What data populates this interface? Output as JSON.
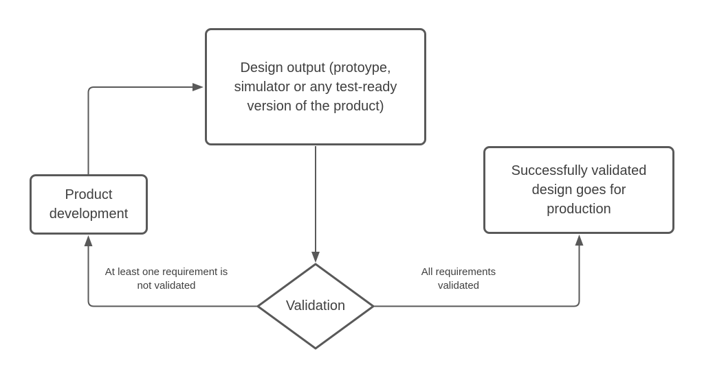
{
  "diagram": {
    "type": "flowchart",
    "nodes": [
      {
        "id": "design_output",
        "shape": "rounded-rect",
        "label": "Design output (protoype, simulator or any test-ready version of the product)"
      },
      {
        "id": "product_development",
        "shape": "rounded-rect",
        "label": "Product development"
      },
      {
        "id": "production",
        "shape": "rounded-rect",
        "label": "Successfully validated design goes for production"
      },
      {
        "id": "validation",
        "shape": "diamond",
        "label": "Validation"
      }
    ],
    "edges": [
      {
        "from": "product_development",
        "to": "design_output",
        "label": ""
      },
      {
        "from": "design_output",
        "to": "validation",
        "label": ""
      },
      {
        "from": "validation",
        "to": "product_development",
        "label": "At least one requirement is not validated"
      },
      {
        "from": "validation",
        "to": "production",
        "label": "All requirements validated"
      }
    ],
    "colors": {
      "stroke": "#595959",
      "text": "#3f3f3f",
      "background": "#ffffff"
    }
  }
}
